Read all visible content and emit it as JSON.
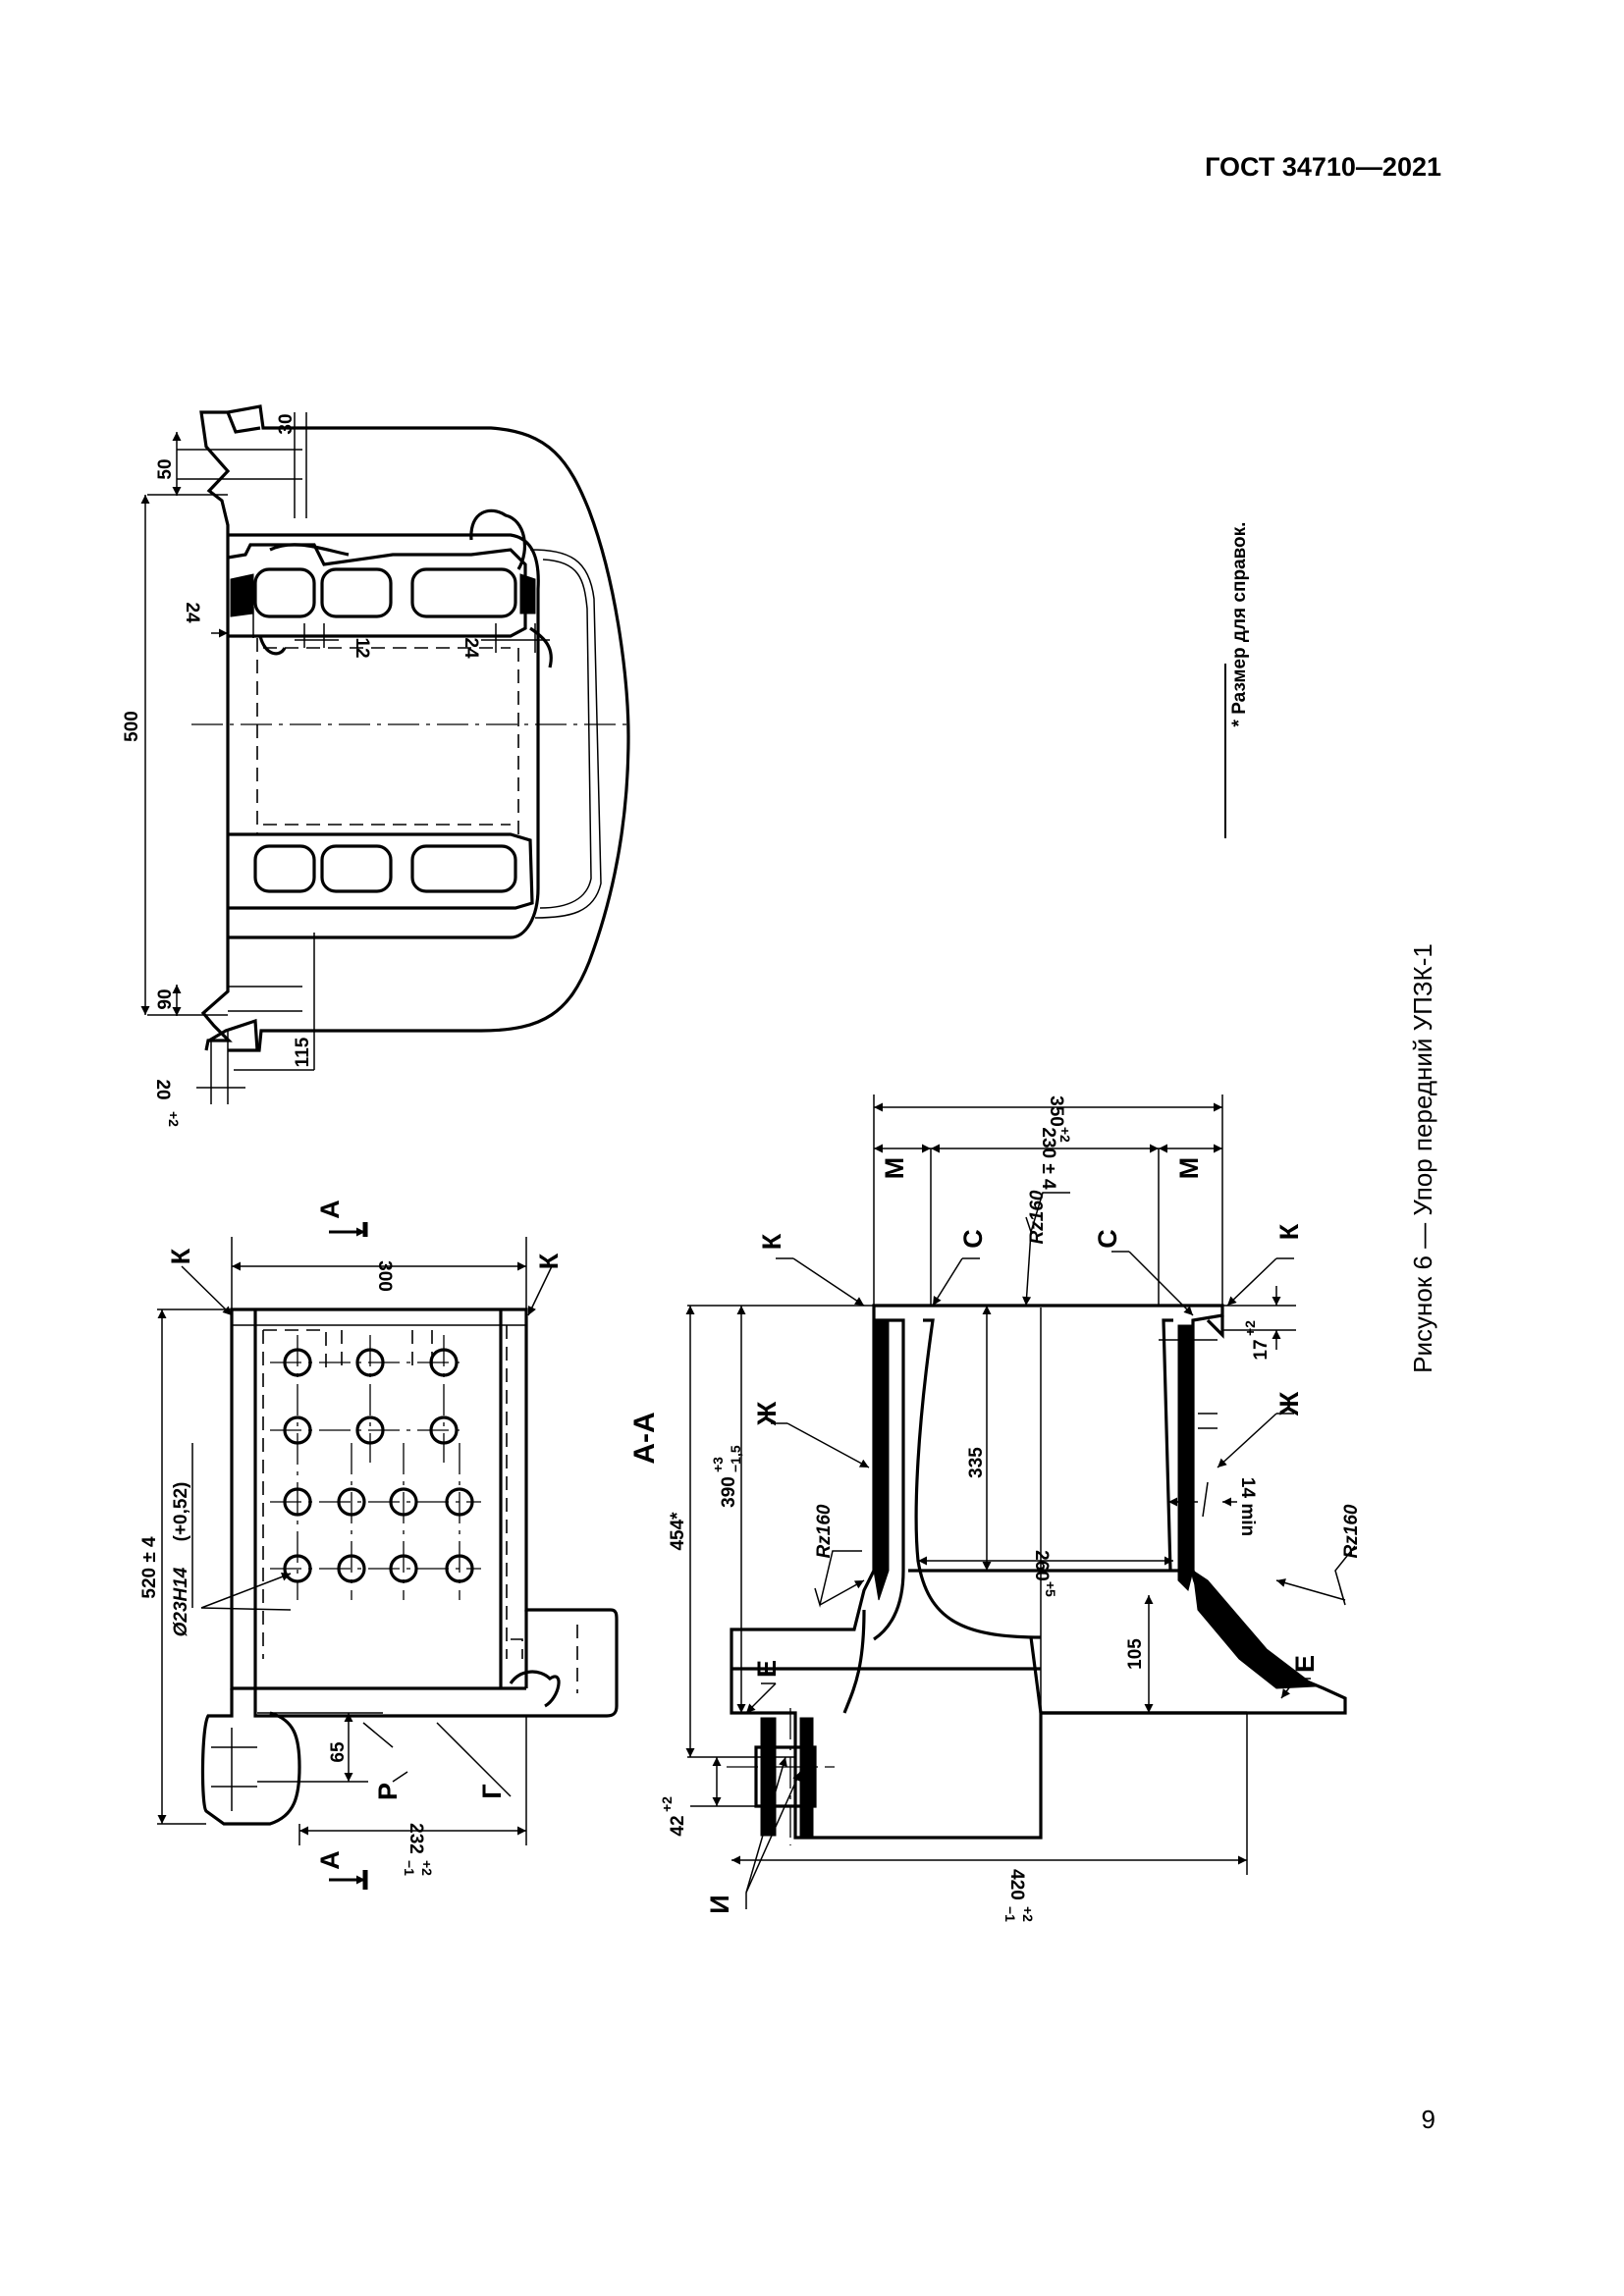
{
  "header": {
    "standard": "ГОСТ 34710—2021"
  },
  "page_number": "9",
  "figure": {
    "caption": "Рисунок 6 — Упор передний УПЗК-1"
  },
  "note": {
    "text": "* Размер для справок."
  },
  "top_view": {
    "dims": {
      "d30": "30",
      "d50": "50",
      "d500": "500",
      "d24a": "24",
      "d12": "12",
      "d24b": "24",
      "d90": "90",
      "d115": "115",
      "d20": "20",
      "d20_tol": "+2"
    }
  },
  "front_view": {
    "dims": {
      "d300": "300",
      "d520": "520 ± 4",
      "hole": "Ø23H14",
      "hole_tol": "(+0,52)",
      "d65": "65",
      "d232": "232",
      "d232_tol_top": "+2",
      "d232_tol_bot": "−1"
    },
    "labels": {
      "K1": "К",
      "K2": "К",
      "A_top": "А",
      "A_bot": "А",
      "P": "Р",
      "G": "Г"
    }
  },
  "section_view": {
    "title": "А-А",
    "dims": {
      "d350": "350",
      "d350_tol": "+2",
      "d230": "230 ± 4",
      "d335": "335",
      "d260": "260",
      "d260_tol": "+5",
      "d454": "454*",
      "d390": "390",
      "d390_tol_top": "+3",
      "d390_tol_bot": "−1,5",
      "d105": "105",
      "d17": "17",
      "d17_tol": "+2",
      "d14": "14 min",
      "d42": "42",
      "d42_tol": "+2",
      "d420": "420",
      "d420_tol_top": "+2",
      "d420_tol_bot": "−1"
    },
    "roughness": {
      "r1": "Rz160",
      "r2": "Rz160",
      "r3": "Rz160"
    },
    "labels": {
      "K1": "К",
      "K2": "К",
      "M1": "М",
      "M2": "М",
      "C1": "С",
      "C2": "С",
      "Zh1": "Ж",
      "Zh2": "Ж",
      "E1": "Е",
      "E2": "Е",
      "I": "И"
    }
  }
}
